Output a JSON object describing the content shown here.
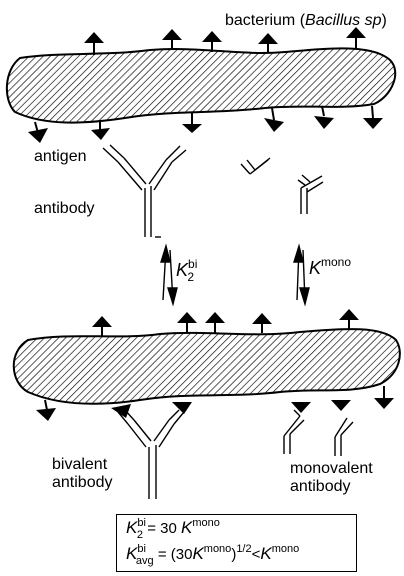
{
  "labels": {
    "bacterium_prefix": "bacterium (",
    "bacterium_species": "Bacillus sp",
    "bacterium_suffix": ")",
    "antigen": "antigen",
    "antibody": "antibody",
    "bivalent_line1": "bivalent",
    "bivalent_line2": "antibody",
    "monovalent_line1": "monovalent",
    "monovalent_line2": "antibody"
  },
  "constants": {
    "k_bi_symbol": "K",
    "k_bi_sup": "bi",
    "k_bi_sub": "2",
    "k_mono_symbol": "K",
    "k_mono_sup": "mono"
  },
  "equations": {
    "eq1_symbol": "K",
    "eq1_sup": "bi",
    "eq1_sub": "2",
    "eq1_rhs_text": " = 30 ",
    "eq1_rhs_symbol": "K",
    "eq1_rhs_sup": "mono",
    "eq2_symbol": "K",
    "eq2_sup": "bi",
    "eq2_sub": "avg",
    "eq2_mid_text": " = (30",
    "eq2_mid_symbol": "K",
    "eq2_mid_sup": "mono",
    "eq2_close": ")",
    "eq2_power": "1/2",
    "eq2_lt": "<",
    "eq2_end_symbol": "K",
    "eq2_end_sup": "mono"
  }
}
